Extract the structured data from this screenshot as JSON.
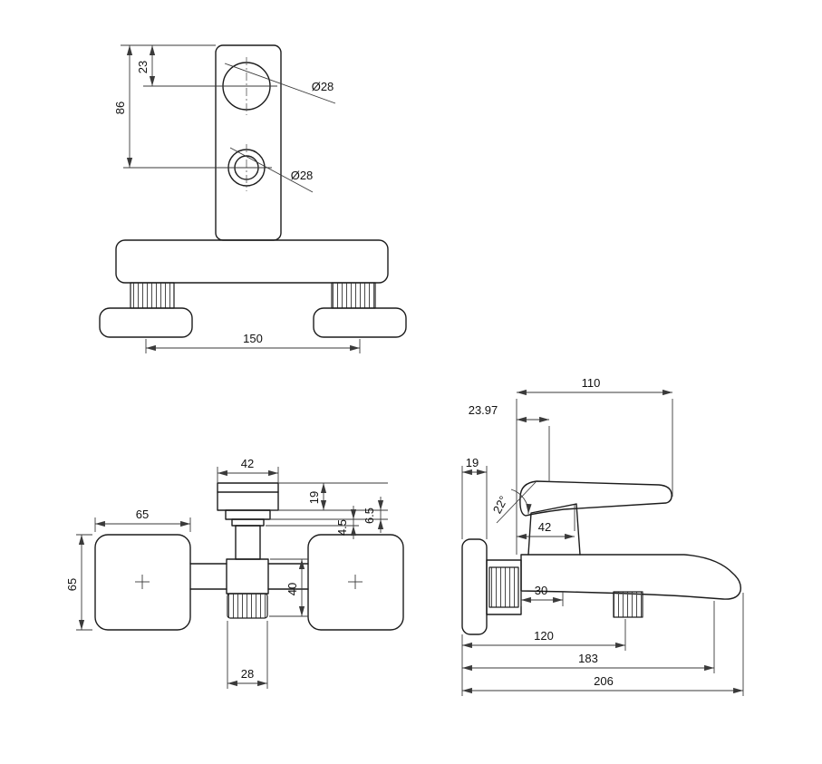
{
  "drawing": {
    "views": {
      "top": {
        "dims": {
          "offset_top": "23",
          "height": "86",
          "hole_upper": "Ø28",
          "hole_lower": "Ø28",
          "spacing": "150"
        }
      },
      "front": {
        "dims": {
          "handle_width": "42",
          "cap_height": "19",
          "step_small": "4.5",
          "step_large": "6.5",
          "flange_width": "65",
          "flange_height": "65",
          "spout_height": "40",
          "aerator_width": "28"
        }
      },
      "side": {
        "dims": {
          "handle_length": "110",
          "handle_offset": "23.97",
          "plate_thickness": "19",
          "handle_angle": "22°",
          "body_depth": "42",
          "valve_depth": "30",
          "aerator_reach": "120",
          "spout_reach": "183",
          "total_reach": "206"
        }
      }
    }
  }
}
